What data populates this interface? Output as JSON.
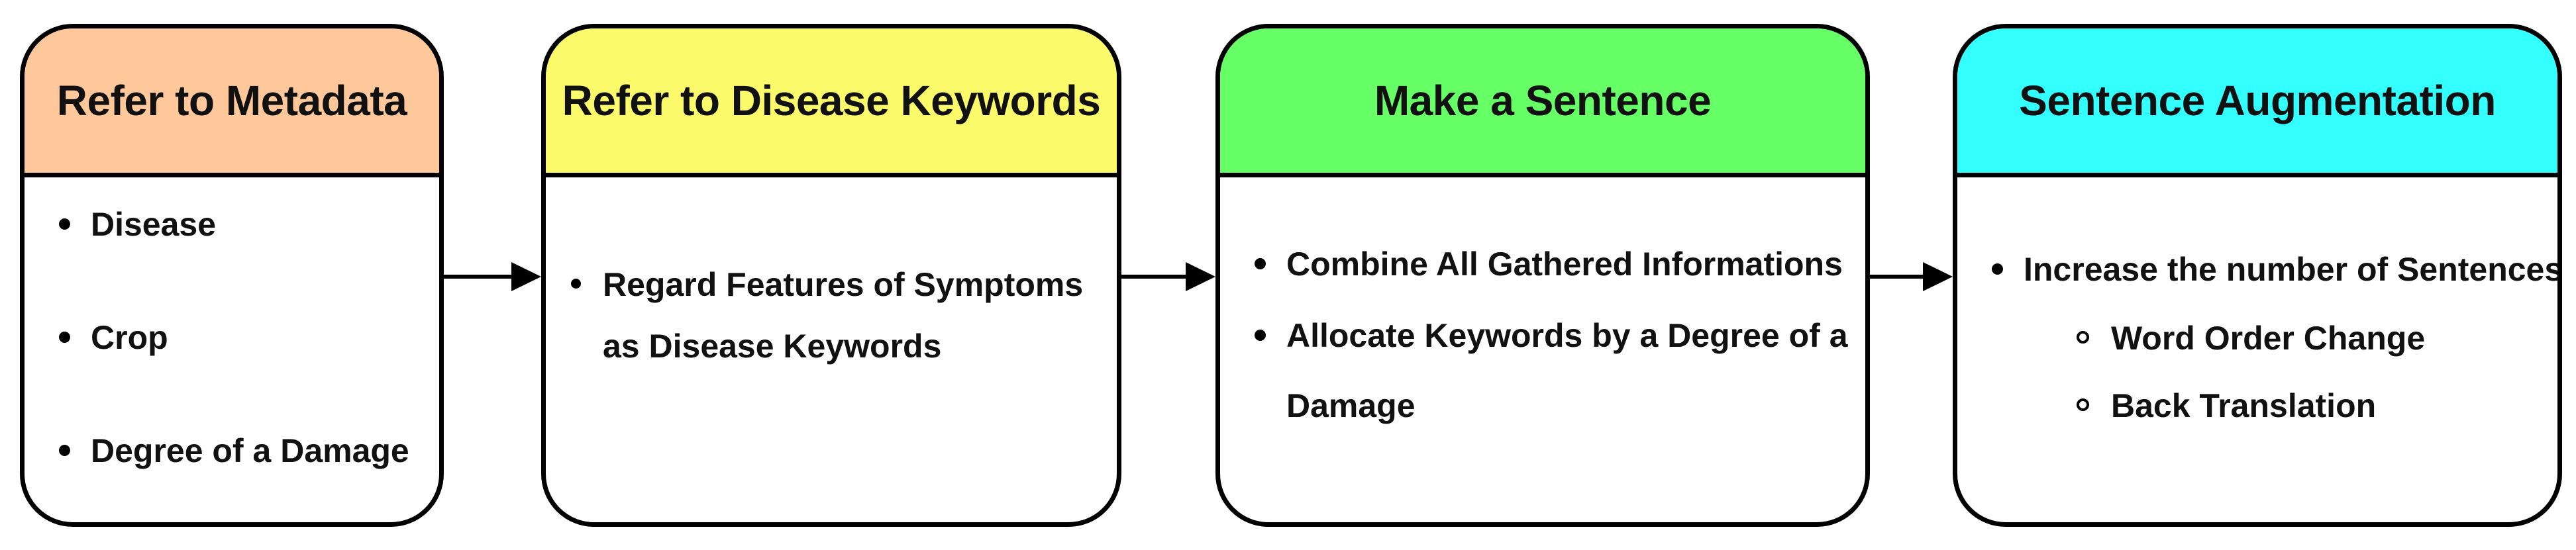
{
  "colors": {
    "metadata_header": "#FFC89A",
    "keywords_header": "#FAFA6A",
    "sentence_header": "#66FF66",
    "augmentation_header": "#33FFFF",
    "border": "#000000",
    "body_background": "#FFFFFF"
  },
  "boxes": [
    {
      "title": "Refer to Metadata",
      "items": [
        "Disease",
        "Crop",
        "Degree of a Damage"
      ]
    },
    {
      "title": "Refer to Disease Keywords",
      "items": [
        "Regard Features of Symptoms",
        "as Disease Keywords"
      ]
    },
    {
      "title": "Make a Sentence",
      "items": [
        "Combine All Gathered Informations",
        "Allocate Keywords by a Degree of a",
        "Damage"
      ]
    },
    {
      "title": "Sentence Augmentation",
      "items": [
        "Increase the number of Sentences"
      ],
      "subitems": [
        "Word Order Change",
        "Back Translation"
      ]
    }
  ]
}
